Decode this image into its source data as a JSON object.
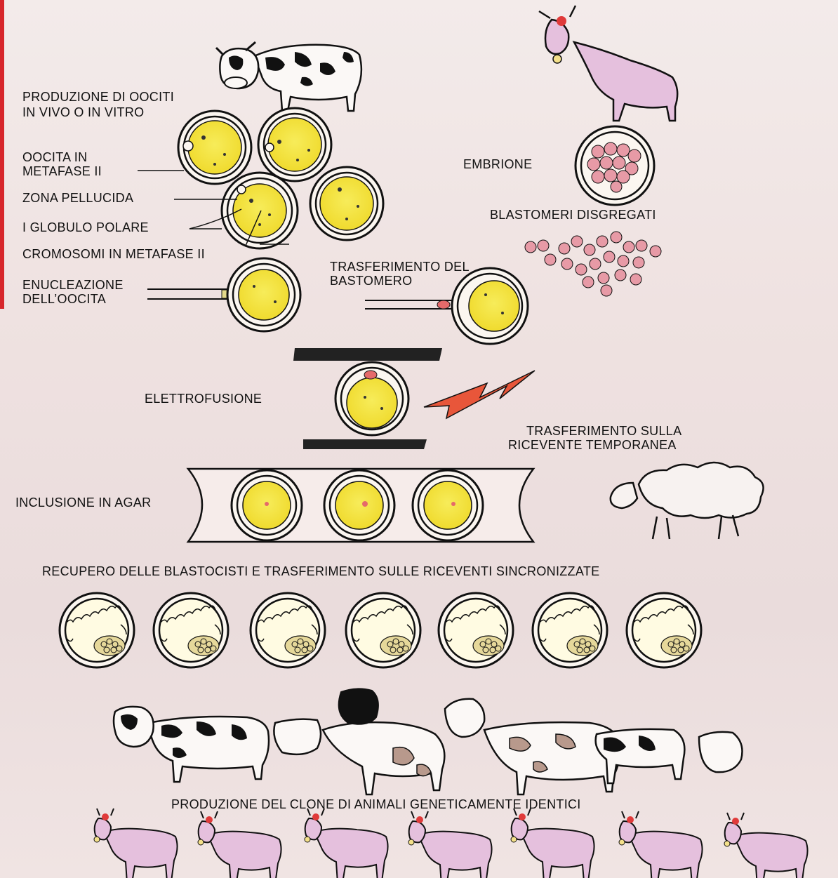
{
  "labels": {
    "oocyte_production": [
      "PRODUZIONE DI OOCITI",
      "IN VIVO O IN VITRO"
    ],
    "oocyte_metaphase": [
      "OOCITA IN",
      "METAFASE II"
    ],
    "zona_pellucida": "ZONA PELLUCIDA",
    "polar_body": "I GLOBULO POLARE",
    "chromosomes": "CROMOSOMI IN METAFASE II",
    "enucleation": [
      "ENUCLEAZIONE",
      "DELL’OOCITA"
    ],
    "blastomere_transfer": [
      "TRASFERIMENTO DEL",
      "BASTOMERO"
    ],
    "embryo": "EMBRIONE",
    "blastomeres": "BLASTOMERI DISGREGATI",
    "electrofusion": "ELETTROFUSIONE",
    "temp_recipient": [
      "TRASFERIMENTO SULLA",
      "RICEVENTE TEMPORANEA"
    ],
    "agar": "INCLUSIONE IN AGAR",
    "blastocyst_recovery": "RECUPERO DELLE BLASTOCISTI E TRASFERIMENTO SULLE RICEVENTI SINCRONIZZATE",
    "clone_production": "PRODUZIONE DEL CLONE DI ANIMALI GENETICAMENTE IDENTICI"
  },
  "colors": {
    "accent_red": "#d7262b",
    "cytoplasm_yellow": "#f3e33c",
    "cell_pink": "#e79aa6",
    "cow_pink": "#e5c0dd",
    "ink": "#111111"
  },
  "icons": [
    "cow-icon",
    "pink-cow-icon",
    "sheep-icon",
    "lightning-icon",
    "oocyte-icon",
    "blastocyst-icon",
    "pipette-icon"
  ]
}
